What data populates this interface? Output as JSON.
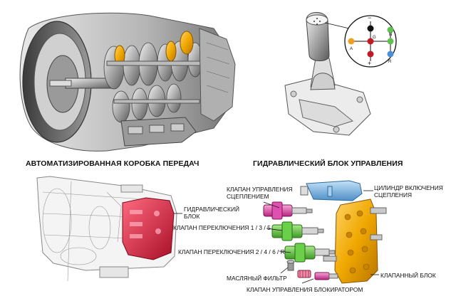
{
  "captions": {
    "gearbox": "АВТОМАТИЗИРОВАННАЯ КОРОБКА ПЕРЕДАЧ",
    "hydraulic": "ГИДРАВЛИЧЕСКИЙ БЛОК УПРАВЛЕНИЯ"
  },
  "shifter_diagram": {
    "minus": "−",
    "plus": "+",
    "g": "G",
    "n": "N",
    "a": "A",
    "r": "R",
    "colors": {
      "g_dot": "#d0202a",
      "a_dot": "#f0a020",
      "n_dot": "#60c050",
      "r_dot": "#4a90d8",
      "center_dot": "#c01a25",
      "minus_dot": "#111111",
      "plus_dot": "#c01a25"
    }
  },
  "labels": {
    "hydraulic_block": [
      "ГИДРАВЛИЧЕСКИЙ",
      "БЛОК"
    ],
    "clutch_valve": [
      "КЛАПАН УПРАВЛЕНИЯ",
      "СЦЕПЛЕНИЕМ"
    ],
    "valve_135": "КЛАПАН ПЕРЕКЛЮЧЕНИЯ 1 / 3 / 5",
    "valve_246r": "КЛАПАН ПЕРЕКЛЮЧЕНИЯ 2 / 4 / 6 / R",
    "clutch_cylinder": [
      "ЦИЛИНДР ВКЛЮЧЕНИЯ",
      "СЦЕПЛЕНИЯ"
    ],
    "oil_filter": "МАСЛЯНЫЙ ФИЛЬТР",
    "valve_block": "КЛАПАННЫЙ БЛОК",
    "lockup_valve": "КЛАПАН УПРАВЛЕНИЯ БЛОКИРАТОРОМ"
  },
  "colors": {
    "hydraulic_red": "#d81a3a",
    "valve_pink": "#e040a8",
    "valve_green": "#5cc23a",
    "cylinder_blue": "#6aaee0",
    "block_orange": "#f0a800",
    "filter_pink": "#e07090"
  }
}
